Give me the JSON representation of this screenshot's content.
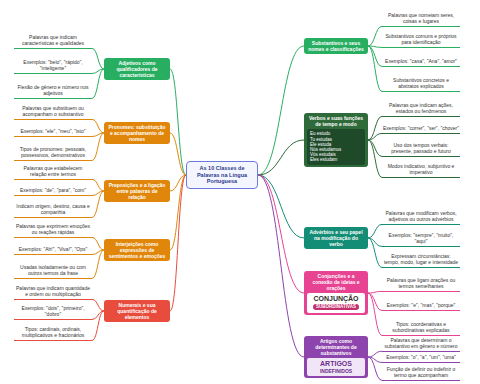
{
  "diagram": {
    "nodes": [
      {
        "text": [
          "As 10 Classes de Palavras na Língua Portuguesa"
        ]
      },
      {
        "text": [
          "Adjetivos como qualificadores de características"
        ]
      },
      {
        "text": [
          "Palavras que indicam características e qualidades"
        ]
      },
      {
        "text": [
          "Exemplos: \"belo\", \"rápido\", \"inteligente\""
        ]
      },
      {
        "text": [
          "Flexão de gênero e número nos adjetivos"
        ]
      },
      {
        "text": [
          "Pronomes: substituição e acompanhamento de nomes"
        ]
      },
      {
        "text": [
          "Palavras que substituem ou acompanham o substantivo"
        ]
      },
      {
        "text": [
          "Exemplos: \"ele\", \"meu\", \"isto\""
        ]
      },
      {
        "text": [
          "Tipos de pronomes: pessoais, possessivos, demonstrativos"
        ]
      },
      {
        "text": [
          "Preposições e a ligação entre palavras de relação"
        ]
      },
      {
        "text": [
          "Palavras que estabelecem relação entre termos"
        ]
      },
      {
        "text": [
          "Exemplos: \"de\", \"para\", \"com\""
        ]
      },
      {
        "text": [
          "Indicam origem, destino, causa e companhia"
        ]
      },
      {
        "text": [
          "Interjeições como expressões de sentimentos e emoções"
        ]
      },
      {
        "text": [
          "Palavras que exprimem emoções ou reações rápidas"
        ]
      },
      {
        "text": [
          "Exemplos: \"Ah!\", \"Viva!\", \"Ops\""
        ]
      },
      {
        "text": [
          "Usadas isoladamente ou com outros termos da frase"
        ]
      },
      {
        "text": [
          "Numerais e sua quantificação de elementos"
        ]
      },
      {
        "text": [
          "Palavras que indicam quantidade e ordem ou multiplicação"
        ]
      },
      {
        "text": [
          "Exemplos: \"dois\", \"primeiro\", \"dobro\""
        ]
      },
      {
        "text": [
          "Tipos: cardinais, ordinais, multiplicativos e fracionários"
        ]
      },
      {
        "text": [
          "Substantivos e seus nomes e classificações"
        ]
      },
      {
        "text": [
          "Palavras que nomeiam seres, coisas e lugares"
        ]
      },
      {
        "text": [
          "Substantivos comuns e próprios para identificação"
        ]
      },
      {
        "text": [
          "Exemplos: \"casa\", \"Ana\", \"amor\""
        ]
      },
      {
        "text": [
          "Substantivos concretos e abstratos explicados"
        ]
      },
      {
        "text": [
          "Verbos e suas funções de tempo e modo"
        ]
      },
      {
        "text": [
          "Palavras que indicam ações, estados ou fenômenos"
        ]
      },
      {
        "text": [
          "Exemplos: \"correr\", \"ser\", \"chover\""
        ]
      },
      {
        "text": [
          "Uso dos tempos verbais: presente, passado e futuro"
        ]
      },
      {
        "text": [
          "Modos indicativo, subjuntivo e imperativo"
        ]
      },
      {
        "text": [
          "Advérbios e seu papel na modificação do verbo"
        ]
      },
      {
        "text": [
          "Palavras que modificam verbos, adjetivos ou outros advérbios"
        ]
      },
      {
        "text": [
          "Exemplos: \"sempre\", \"muito\", \"aqui\""
        ]
      },
      {
        "text": [
          "Expressam circunstâncias: tempo, modo, lugar e intensidade"
        ]
      },
      {
        "text": [
          "Conjunções e a conexão de ideias e orações"
        ]
      },
      {
        "text": [
          "Palavras que ligam orações ou termos semelhantes"
        ]
      },
      {
        "text": [
          "Exemplos: \"e\", \"mas\", \"porque\""
        ]
      },
      {
        "text": [
          "Tipos: coordenativas e subordinativas explicadas"
        ]
      },
      {
        "text": [
          "Artigos como determinantes de substantivos"
        ]
      },
      {
        "text": [
          "Palavras que determinam o substantivo em gênero e número"
        ]
      },
      {
        "text": [
          "Exemplos: \"o\", \"a\", \"um\", \"uma\""
        ]
      },
      {
        "text": [
          "Função de definir ou indefinir o termo que acompanham"
        ]
      }
    ],
    "edges": [
      {
        "from": 0,
        "to": 1,
        "arrow": "none"
      },
      {
        "from": 1,
        "to": 2,
        "arrow": "none"
      },
      {
        "from": 1,
        "to": 3,
        "arrow": "none"
      },
      {
        "from": 1,
        "to": 4,
        "arrow": "none"
      },
      {
        "from": 0,
        "to": 5,
        "arrow": "none"
      },
      {
        "from": 5,
        "to": 6,
        "arrow": "none"
      },
      {
        "from": 5,
        "to": 7,
        "arrow": "none"
      },
      {
        "from": 5,
        "to": 8,
        "arrow": "none"
      },
      {
        "from": 0,
        "to": 9,
        "arrow": "none"
      },
      {
        "from": 9,
        "to": 10,
        "arrow": "none"
      },
      {
        "from": 9,
        "to": 11,
        "arrow": "none"
      },
      {
        "from": 9,
        "to": 12,
        "arrow": "none"
      },
      {
        "from": 0,
        "to": 13,
        "arrow": "none"
      },
      {
        "from": 13,
        "to": 14,
        "arrow": "none"
      },
      {
        "from": 13,
        "to": 15,
        "arrow": "none"
      },
      {
        "from": 13,
        "to": 16,
        "arrow": "none"
      },
      {
        "from": 0,
        "to": 17,
        "arrow": "none"
      },
      {
        "from": 17,
        "to": 18,
        "arrow": "none"
      },
      {
        "from": 17,
        "to": 19,
        "arrow": "none"
      },
      {
        "from": 17,
        "to": 20,
        "arrow": "none"
      },
      {
        "from": 0,
        "to": 21,
        "arrow": "none"
      },
      {
        "from": 21,
        "to": 22,
        "arrow": "none"
      },
      {
        "from": 21,
        "to": 23,
        "arrow": "none"
      },
      {
        "from": 21,
        "to": 24,
        "arrow": "none"
      },
      {
        "from": 21,
        "to": 25,
        "arrow": "none"
      },
      {
        "from": 0,
        "to": 26,
        "arrow": "none"
      },
      {
        "from": 26,
        "to": 27,
        "arrow": "none"
      },
      {
        "from": 26,
        "to": 28,
        "arrow": "none"
      },
      {
        "from": 26,
        "to": 29,
        "arrow": "none"
      },
      {
        "from": 26,
        "to": 30,
        "arrow": "none"
      },
      {
        "from": 0,
        "to": 31,
        "arrow": "none"
      },
      {
        "from": 31,
        "to": 32,
        "arrow": "none"
      },
      {
        "from": 31,
        "to": 33,
        "arrow": "none"
      },
      {
        "from": 31,
        "to": 34,
        "arrow": "none"
      },
      {
        "from": 0,
        "to": 35,
        "arrow": "none"
      },
      {
        "from": 35,
        "to": 36,
        "arrow": "none"
      },
      {
        "from": 35,
        "to": 37,
        "arrow": "none"
      },
      {
        "from": 35,
        "to": 38,
        "arrow": "none"
      },
      {
        "from": 0,
        "to": 39,
        "arrow": "none"
      },
      {
        "from": 39,
        "to": 40,
        "arrow": "none"
      },
      {
        "from": 39,
        "to": 41,
        "arrow": "none"
      },
      {
        "from": 39,
        "to": 42,
        "arrow": "none"
      }
    ],
    "labels": [
      "Eu estudo",
      "Tu estudas",
      "Ele estuda",
      "Nós estudamos",
      "Vós estudais",
      "Eles estudam",
      "CONJUNÇÃO",
      "SUBORDINATIVAS",
      "ARTIGOS",
      "INDEFINIDOS"
    ]
  }
}
